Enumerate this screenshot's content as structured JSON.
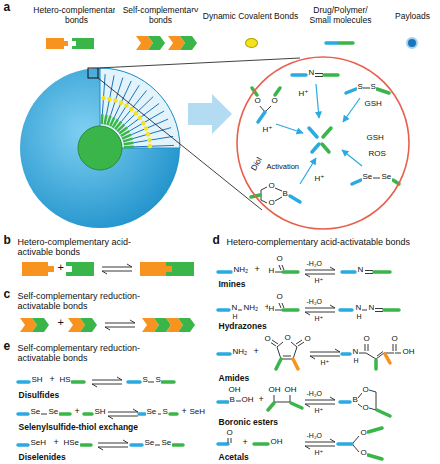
{
  "diagram": {
    "nodes": [
      {
        "text": [
          "N",
          "H⁺",
          "S",
          "S",
          "GSH",
          "O",
          "O",
          "H⁺",
          "GSH",
          "ROS",
          "Diol",
          "Activation",
          "H⁺",
          "Se",
          "Se",
          "O",
          "B",
          "O"
        ]
      }
    ],
    "labels": [
      "a",
      "b",
      "Hetero-complementary acid-activable bonds",
      "+",
      "c",
      "Self-complementary reduction-activatable bonds",
      "+",
      "d",
      "Hetero-complementary acid-activatable bonds",
      "NH₂",
      "+",
      "O",
      "H",
      "-H₂O",
      "H⁺",
      "N",
      "Imines",
      "N",
      "H",
      "NH₂",
      "+",
      "O",
      "H",
      "-H₂O",
      "H⁺",
      "N",
      "H",
      "N",
      "Hydrazones",
      "NH₂",
      "+",
      "O",
      "O",
      "O",
      "H⁺",
      "N",
      "H",
      "O",
      "O",
      "OH",
      "Amides",
      "OH",
      "B",
      "OH",
      "+",
      "OH",
      "OH",
      "-H₂O",
      "H⁺",
      "B",
      "O",
      "O",
      "Boronic esters",
      "O",
      "+",
      "OH",
      "-H₂O",
      "H⁺",
      "O",
      "O",
      "Acetals",
      "e",
      "Self-complementary reduction-activatable bonds",
      "SH",
      "+",
      "HS",
      "S",
      "S",
      "Disulfides",
      "Se",
      "Se",
      "+",
      "SH",
      "Se",
      "S",
      "+",
      "SeH",
      "Selenylsulfide-thiol exchange",
      "SeH",
      "+",
      "HSe",
      "Se",
      "Se",
      "Diselenides"
    ],
    "legend": [
      {
        "text": "Hetero-complementary bonds"
      },
      {
        "text": "Self-complementary bonds"
      },
      {
        "text": "Dynamic Covalent Bonds",
        "color": "#f2e31b"
      },
      {
        "text": "Drug/Polymer/ Small molecules"
      },
      {
        "text": "Payloads"
      }
    ]
  }
}
